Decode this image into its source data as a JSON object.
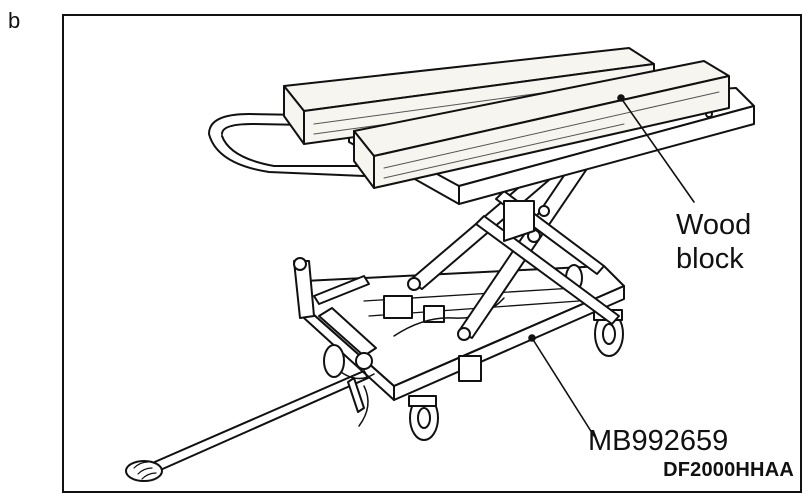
{
  "figure": {
    "letter": "b"
  },
  "labels": {
    "wood_block_line1": "Wood",
    "wood_block_line2": "block",
    "tool_number": "MB992659",
    "figure_code": "DF2000HHAA"
  },
  "colors": {
    "ink": "#111111",
    "wood_fill": "#f7f5ef",
    "background": "#ffffff"
  }
}
